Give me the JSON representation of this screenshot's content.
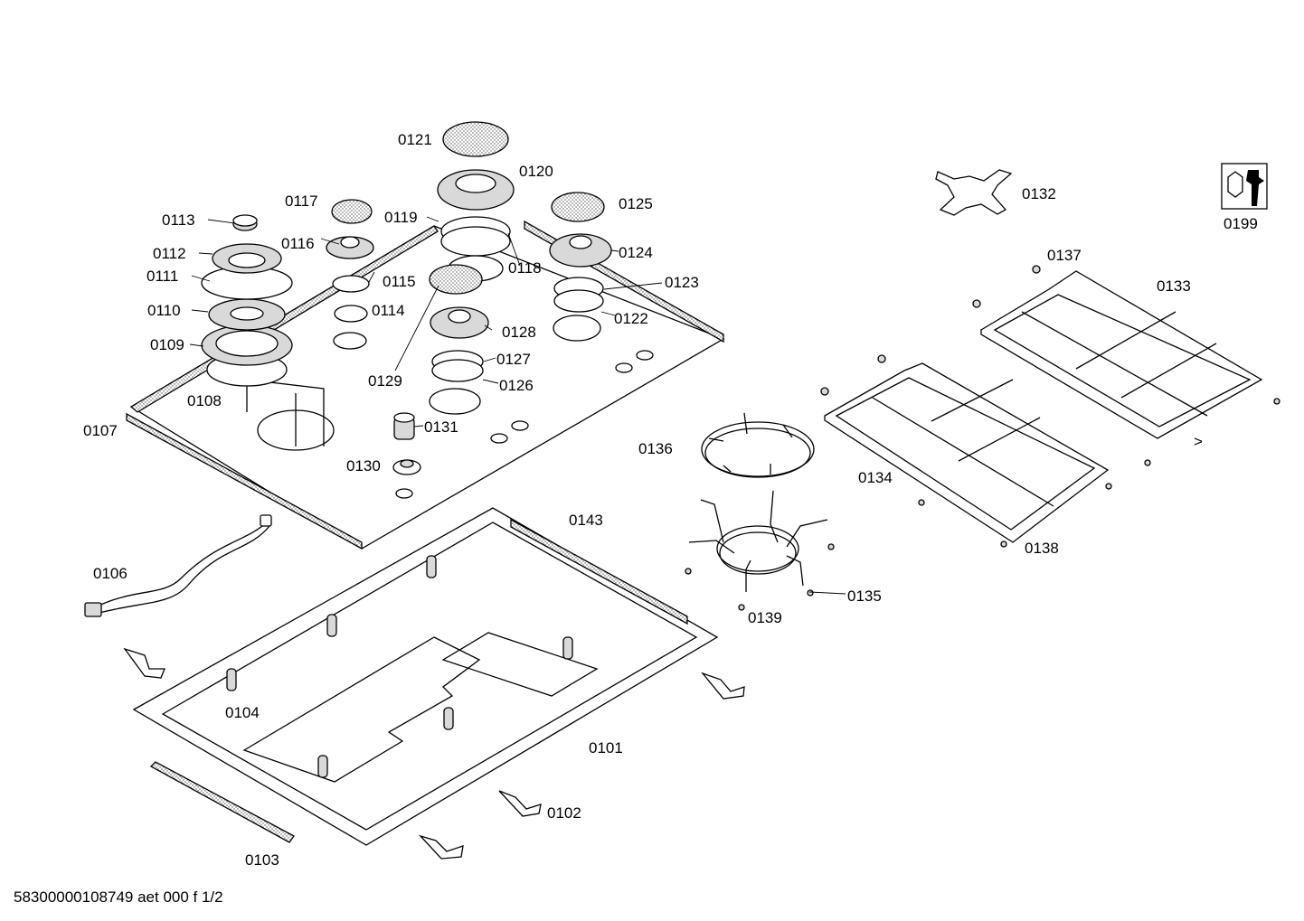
{
  "labels": {
    "l0101": "0101",
    "l0102": "0102",
    "l0103": "0103",
    "l0104": "0104",
    "l0106": "0106",
    "l0107": "0107",
    "l0108": "0108",
    "l0109": "0109",
    "l0110": "0110",
    "l0111": "0111",
    "l0112": "0112",
    "l0113": "0113",
    "l0114": "0114",
    "l0115": "0115",
    "l0116": "0116",
    "l0117": "0117",
    "l0118": "0118",
    "l0119": "0119",
    "l0120": "0120",
    "l0121": "0121",
    "l0122": "0122",
    "l0123": "0123",
    "l0124": "0124",
    "l0125": "0125",
    "l0126": "0126",
    "l0127": "0127",
    "l0128": "0128",
    "l0129": "0129",
    "l0130": "0130",
    "l0131": "0131",
    "l0132": "0132",
    "l0133": "0133",
    "l0134": "0134",
    "l0135": "0135",
    "l0136": "0136",
    "l0137": "0137",
    "l0138": "0138",
    "l0139": "0139",
    "l0143": "0143",
    "l0199": "0199"
  },
  "footer": "58300000108749 aet 000 f 1/2",
  "icons": {
    "service_icon": "wrench-nut-icon"
  }
}
